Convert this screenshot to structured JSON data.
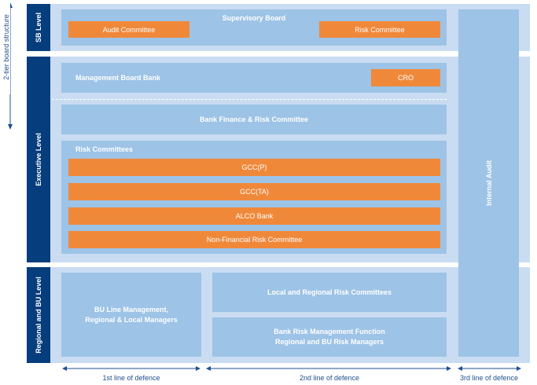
{
  "structure_label": "2-tier board structure",
  "levels": {
    "sb": "SB Level",
    "executive": "Executive Level",
    "regional": "Regional and BU Level"
  },
  "supervisory_board": {
    "title": "Supervisory Board",
    "audit_committee": "Audit Committee",
    "risk_committee": "Risk Committee"
  },
  "management_board": {
    "title": "Management Board Bank",
    "cro": "CRO"
  },
  "bank_finance_risk": "Bank Finance & Risk Committee",
  "risk_committees": {
    "title": "Risk Committees",
    "items": [
      "GCC(P)",
      "GCC(TA)",
      "ALCO Bank",
      "Non-Financial Risk Committee"
    ]
  },
  "internal_audit": "Internal Audit",
  "bu": {
    "line_management": "BU Line Management, Regional & Local Managers",
    "local_regional_committees": "Local and Regional Risk Committees",
    "risk_management_function": "Bank Risk Management Function Regional and BU Risk Managers"
  },
  "lines_of_defence": [
    "1st line of defence",
    "2nd line of defence",
    "3rd line of defence"
  ],
  "colors": {
    "navy": "#063d7d",
    "light_blue": "#c9dcf2",
    "mid_blue": "#9dc3e6",
    "orange": "#f0883a"
  }
}
